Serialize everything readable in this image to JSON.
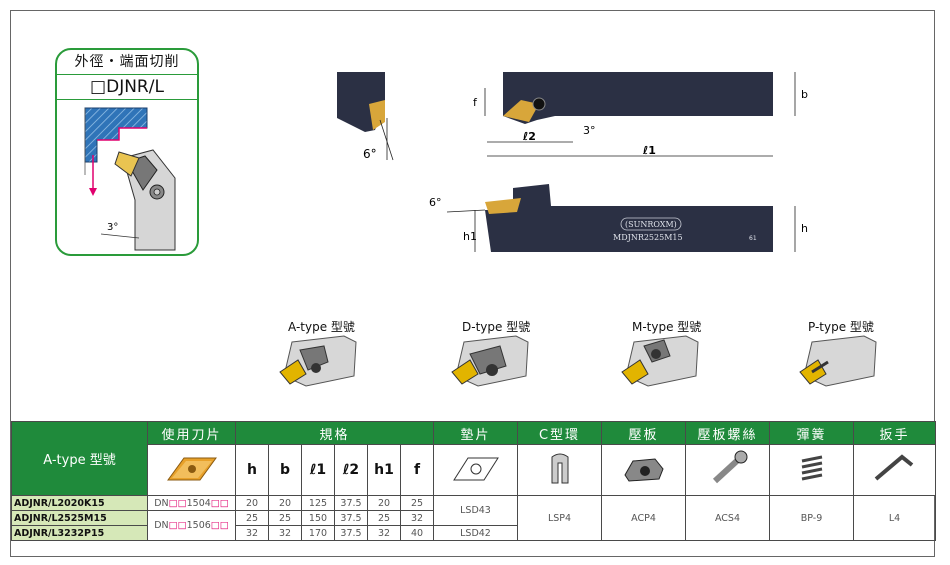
{
  "badge": {
    "title": "外徑・端面切削",
    "code": "□DJNR/L",
    "angle": "3°"
  },
  "drawing": {
    "angle_6_top": "6°",
    "angle_3": "3°",
    "angle_6_side": "6°",
    "dim_f": "f",
    "dim_b": "b",
    "dim_l2": "ℓ2",
    "dim_l1": "ℓ1",
    "dim_h1": "h1",
    "dim_h": "h",
    "brand": "(SUNROXM)",
    "model_mark": "MDJNR2525M15",
    "mark_num": "61"
  },
  "types": [
    {
      "label": "A-type 型號"
    },
    {
      "label": "D-type 型號"
    },
    {
      "label": "M-type 型號"
    },
    {
      "label": "P-type 型號"
    }
  ],
  "table": {
    "type_label": "A-type 型號",
    "insert_header": "使用刀片",
    "spec_header": "規格",
    "shim_header": "墊片",
    "ring_header": "C型環",
    "clamp_header": "壓板",
    "clamp_screw_header": "壓板螺絲",
    "spring_header": "彈簧",
    "wrench_header": "扳手",
    "cols": [
      "h",
      "b",
      "ℓ1",
      "ℓ2",
      "h1",
      "f"
    ],
    "rows": [
      {
        "model": "ADJNR/L2020K15",
        "h": "20",
        "b": "20",
        "l1": "125",
        "l2": "37.5",
        "h1": "20",
        "f": "25"
      },
      {
        "model": "ADJNR/L2525M15",
        "h": "25",
        "b": "25",
        "l1": "150",
        "l2": "37.5",
        "h1": "25",
        "f": "32"
      },
      {
        "model": "ADJNR/L3232P15",
        "h": "32",
        "b": "32",
        "l1": "170",
        "l2": "37.5",
        "h1": "32",
        "f": "40"
      }
    ],
    "insert1_prefix": "DN",
    "insert1_code": "1504",
    "insert2_prefix": "DN",
    "insert2_code": "1506",
    "box_mark": "□□",
    "shim1": "LSD43",
    "shim2": "LSD42",
    "ring": "LSP4",
    "clamp": "ACP4",
    "clamp_screw": "ACS4",
    "spring": "BP-9",
    "wrench": "L4"
  },
  "colors": {
    "green": "#1f8a3b",
    "model_bg": "#d6e8b8",
    "tool_body": "#2b3044",
    "insert_gold": "#d8a63a"
  }
}
